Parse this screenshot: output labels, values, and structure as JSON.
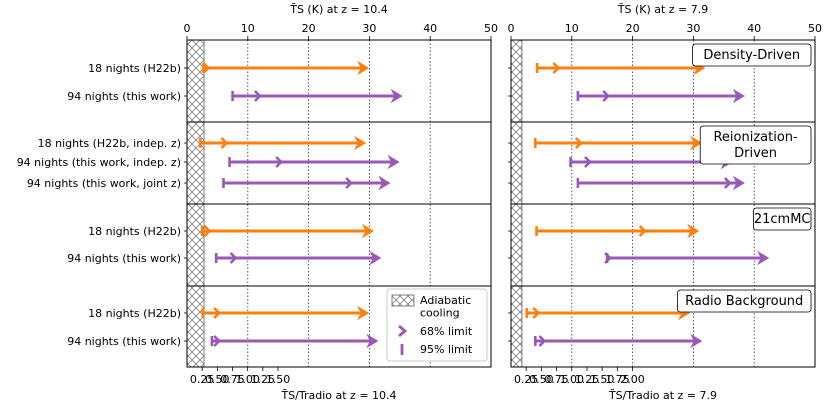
{
  "panels_left": {
    "top_label": "T̄S (K) at z = 10.4",
    "bottom_label": "T̄S/Tradio at z = 10.4",
    "top_ticks": [
      0,
      10,
      20,
      30,
      40,
      50
    ],
    "bottom_ticks": [
      "0.25",
      "0.50",
      "0.75",
      "1.00",
      "1.25",
      "1.50"
    ]
  },
  "panels_right": {
    "top_label": "T̄S (K) at z = 7.9",
    "bottom_label": "T̄S/Tradio at z = 7.9",
    "top_ticks": [
      0,
      10,
      20,
      30,
      40,
      50
    ],
    "bottom_ticks": [
      "0.25",
      "0.50",
      "0.75",
      "1.00",
      "1.25",
      "1.50",
      "1.75",
      "2.00"
    ]
  },
  "legend": {
    "adiabatic": "Adiabatic\ncooling",
    "limit68": "68% limit",
    "limit95": "95% limit"
  },
  "colors": {
    "orange": "#ff7f0e",
    "purple": "#9b59b6",
    "hatch": "#808080"
  },
  "chart_data": [
    {
      "type": "interval",
      "panel": "left",
      "x_axis_top": {
        "label": "T̄S (K) at z = 10.4",
        "range": [
          0,
          50
        ]
      },
      "x_axis_bottom": {
        "label": "T̄S/Tradio at z = 10.4"
      },
      "adiabatic_cooling_upper_K": 2.8,
      "groups": [
        {
          "rows": [
            {
              "label": "18 nights (H22b)",
              "color": "orange",
              "limit95_K": 2.7,
              "limit68_K": 3.0,
              "end_K": 29.0
            },
            {
              "label": "94 nights (this work)",
              "color": "purple",
              "limit95_K": 7.5,
              "limit68_K": 11.5,
              "end_K": 34.5
            }
          ]
        },
        {
          "rows": [
            {
              "label": "18 nights (H22b, indep. z)",
              "color": "orange",
              "limit95_K": 2.2,
              "limit68_K": 6.0,
              "end_K": 28.5
            },
            {
              "label": "94 nights (this work, indep. z)",
              "color": "purple",
              "limit95_K": 7.0,
              "limit68_K": 15.0,
              "end_K": 34.0
            },
            {
              "label": "94 nights (this work, joint z)",
              "color": "purple",
              "limit95_K": 6.0,
              "limit68_K": 26.5,
              "end_K": 32.5
            }
          ]
        },
        {
          "rows": [
            {
              "label": "18 nights (H22b)",
              "color": "orange",
              "limit95_K": 2.5,
              "limit68_K": 3.2,
              "end_K": 29.8
            },
            {
              "label": "94 nights (this work)",
              "color": "purple",
              "limit95_K": 4.8,
              "limit68_K": 7.5,
              "end_K": 31.0
            }
          ]
        },
        {
          "rows": [
            {
              "label": "18 nights (H22b)",
              "color": "orange",
              "limit95_K": 2.6,
              "limit68_K": 4.8,
              "end_K": 29.0
            },
            {
              "label": "94 nights (this work)",
              "color": "purple",
              "limit95_K": 4.1,
              "limit68_K": 4.8,
              "end_K": 30.5
            }
          ]
        }
      ]
    },
    {
      "type": "interval",
      "panel": "right",
      "x_axis_top": {
        "label": "T̄S (K) at z = 7.9",
        "range": [
          0,
          50
        ]
      },
      "x_axis_bottom": {
        "label": "T̄S/Tradio at z = 7.9"
      },
      "adiabatic_cooling_upper_K": 1.8,
      "groups": [
        {
          "model": "Density-Driven",
          "rows": [
            {
              "color": "orange",
              "limit95_K": 4.3,
              "limit68_K": 7.3,
              "end_K": 31.0
            },
            {
              "color": "purple",
              "limit95_K": 11.0,
              "limit68_K": 15.5,
              "end_K": 37.5
            }
          ]
        },
        {
          "model": "Reionization-Driven",
          "rows": [
            {
              "color": "orange",
              "limit95_K": 4.0,
              "limit68_K": 11.0,
              "end_K": 30.5
            },
            {
              "color": "purple",
              "limit95_K": 9.8,
              "limit68_K": 12.5,
              "end_K": 35.5
            },
            {
              "color": "purple",
              "limit95_K": 11.0,
              "limit68_K": 35.5,
              "end_K": 37.5
            }
          ]
        },
        {
          "model": "21cmMC",
          "rows": [
            {
              "color": "orange",
              "limit95_K": 4.2,
              "limit68_K": 21.5,
              "end_K": 30.0
            },
            {
              "color": "purple",
              "limit95_K": 15.8,
              "limit68_K": 15.8,
              "end_K": 41.5
            }
          ]
        },
        {
          "model": "Radio Background",
          "rows": [
            {
              "color": "orange",
              "limit95_K": 2.6,
              "limit68_K": 4.0,
              "end_K": 28.5
            },
            {
              "color": "purple",
              "limit95_K": 4.0,
              "limit68_K": 5.0,
              "end_K": 30.5
            }
          ]
        }
      ]
    }
  ]
}
